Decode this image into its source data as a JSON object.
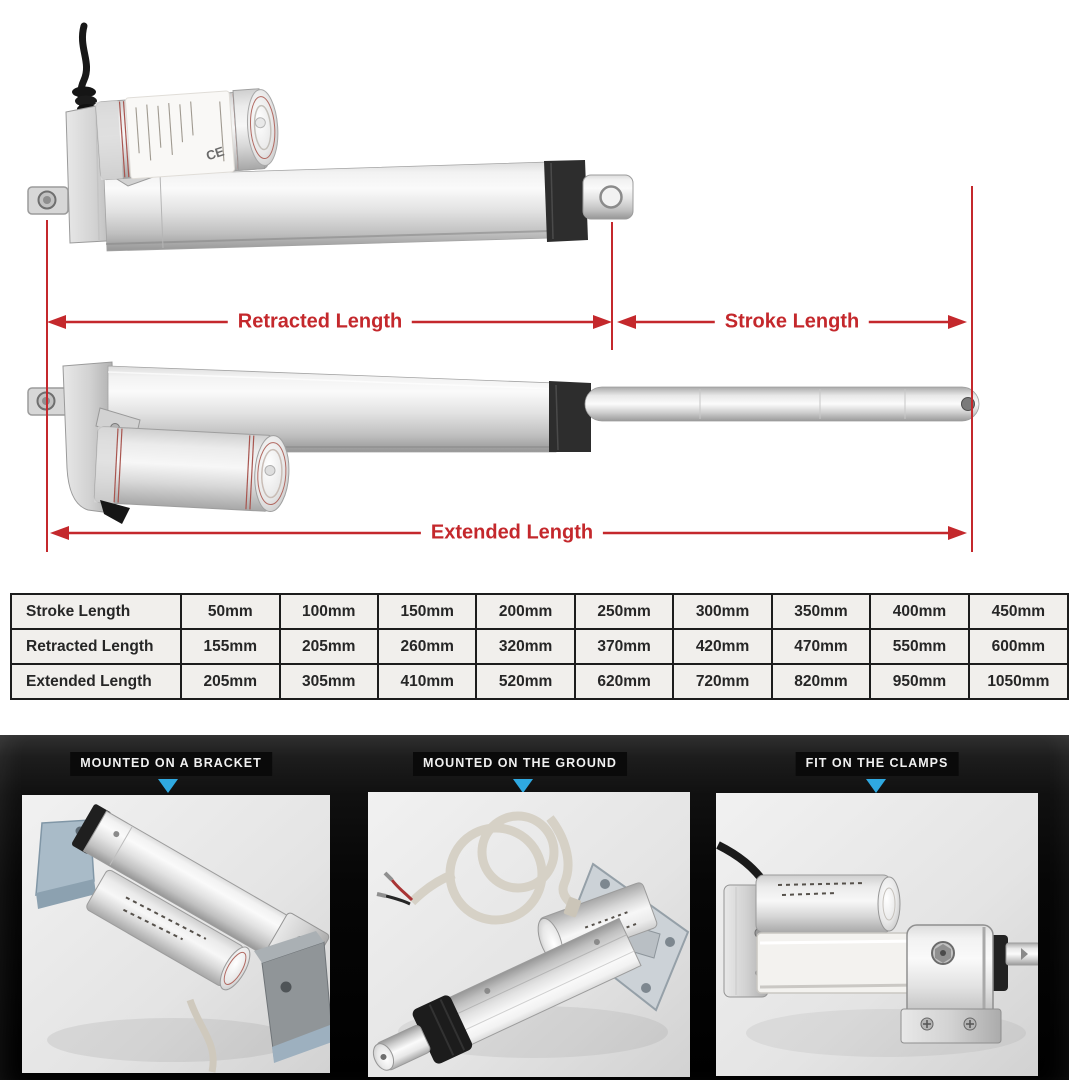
{
  "diagram": {
    "labels": {
      "retracted": "Retracted Length",
      "stroke": "Stroke Length",
      "extended": "Extended Length"
    },
    "accent_red": "#c4282c",
    "motor_ce_mark": "CE"
  },
  "spec_table": {
    "rows": [
      {
        "header": "Stroke Length",
        "values": [
          "50mm",
          "100mm",
          "150mm",
          "200mm",
          "250mm",
          "300mm",
          "350mm",
          "400mm",
          "450mm"
        ]
      },
      {
        "header": "Retracted Length",
        "values": [
          "155mm",
          "205mm",
          "260mm",
          "320mm",
          "370mm",
          "420mm",
          "470mm",
          "550mm",
          "600mm"
        ]
      },
      {
        "header": "Extended Length",
        "values": [
          "205mm",
          "305mm",
          "410mm",
          "520mm",
          "620mm",
          "720mm",
          "820mm",
          "950mm",
          "1050mm"
        ]
      }
    ]
  },
  "gallery": {
    "pointer_color": "#2fa9e1",
    "items": [
      {
        "label": "MOUNTED ON A BRACKET"
      },
      {
        "label": "MOUNTED ON THE GROUND"
      },
      {
        "label": "FIT ON THE CLAMPS"
      }
    ]
  }
}
